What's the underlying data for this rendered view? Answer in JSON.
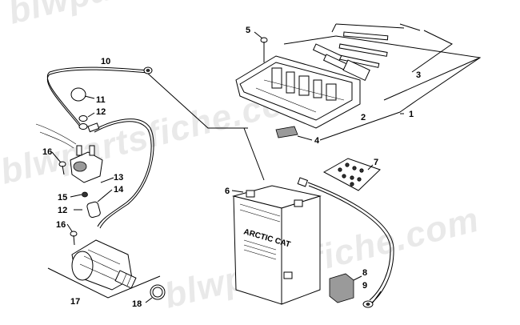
{
  "watermark": "blwpartsfiche.com",
  "callouts": {
    "c1": "1",
    "c2": "2",
    "c3": "3",
    "c4": "4",
    "c5": "5",
    "c6": "6",
    "c7": "7",
    "c8": "8",
    "c9": "9",
    "c10": "10",
    "c11": "11",
    "c12a": "12",
    "c12b": "12",
    "c13": "13",
    "c14": "14",
    "c15": "15",
    "c16a": "16",
    "c16b": "16",
    "c17": "17",
    "c18": "18"
  },
  "battery_brand": "ARCTIC CAT"
}
